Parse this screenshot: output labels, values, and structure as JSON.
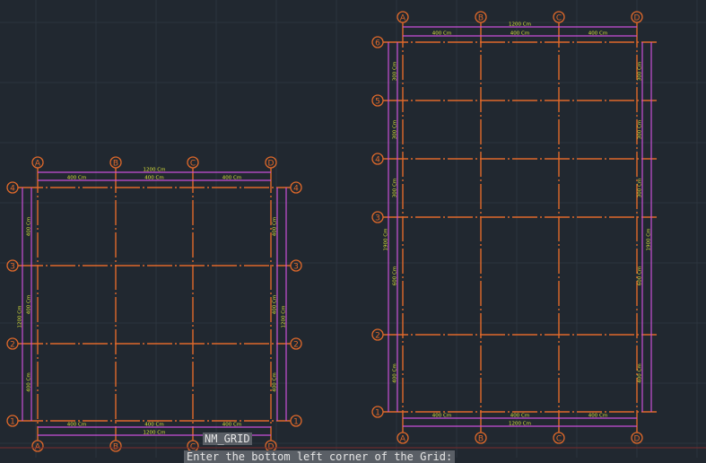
{
  "colors": {
    "background": "#212830",
    "grid_line": "#2c343e",
    "axis": "#e0692a",
    "dimension": "#c84fd8",
    "dim_text": "#d7e03a",
    "ucs_line": "#7a2b2b"
  },
  "grids": [
    {
      "name": "grid-left",
      "columns": [
        "A",
        "B",
        "C",
        "D"
      ],
      "rows": [
        "4",
        "3",
        "2",
        "1"
      ],
      "col_dims": [
        "400 Cm",
        "400 Cm",
        "400 Cm"
      ],
      "col_total": "1200 Cm",
      "row_dims": [
        "400 Cm",
        "400 Cm",
        "400 Cm"
      ],
      "row_total": "1200 Cm"
    },
    {
      "name": "grid-right",
      "columns": [
        "A",
        "B",
        "C",
        "D"
      ],
      "rows": [
        "6",
        "5",
        "4",
        "3",
        "2",
        "1"
      ],
      "col_dims": [
        "400 Cm",
        "400 Cm",
        "400 Cm"
      ],
      "col_total": "1200 Cm",
      "row_dims": [
        "300 Cm",
        "300 Cm",
        "300 Cm",
        "600 Cm",
        "400 Cm"
      ],
      "row_total": "1900 Cm"
    }
  ],
  "command": {
    "name": "NM_GRID",
    "prompt": "Enter the bottom left corner of the Grid:"
  }
}
